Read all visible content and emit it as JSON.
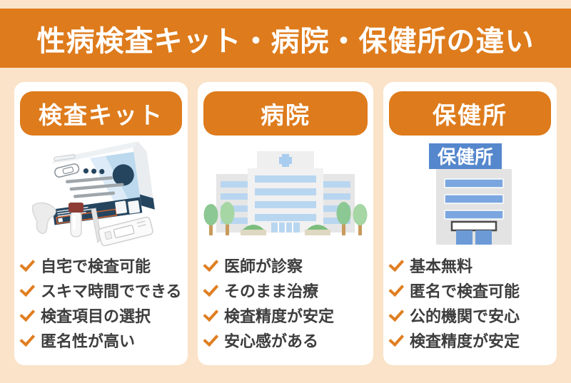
{
  "colors": {
    "orange": "#de7b1c",
    "peach": "#fae3c8",
    "card": "#ffffff",
    "ink": "#3d3d3d",
    "check": "#e07e20",
    "navy": "#25455f",
    "kit_blue": "#bcd9ee",
    "tube_cap_red": "#8c3b35",
    "building_gray": "#ececec",
    "window_blue": "#b9d6f0",
    "cross_blue": "#a9cdee",
    "tree_green": "#8cc893",
    "tree_green_light": "#a5d6a4",
    "trunk_brown": "#c99a5b",
    "bush_green": "#7cbd7d",
    "bush_base": "#ded8c2",
    "sign_blue": "#5587cc",
    "band_blue": "#7ba6df",
    "door_blue": "#6c9ad6"
  },
  "header": {
    "title": "性病検査キット・病院・保健所の違い"
  },
  "columns": [
    {
      "title": "検査キット",
      "illustration": "std-test-kit",
      "items": [
        "自宅で検査可能",
        "スキマ時間でできる",
        "検査項目の選択",
        "匿名性が高い"
      ]
    },
    {
      "title": "病院",
      "illustration": "hospital-building",
      "items": [
        "医師が診察",
        "そのまま治療",
        "検査精度が安定",
        "安心感がある"
      ]
    },
    {
      "title": "保健所",
      "illustration": "health-center-building",
      "sign_label": "保健所",
      "items": [
        "基本無料",
        "匿名で検査可能",
        "公的機関で安心",
        "検査精度が安定"
      ]
    }
  ]
}
